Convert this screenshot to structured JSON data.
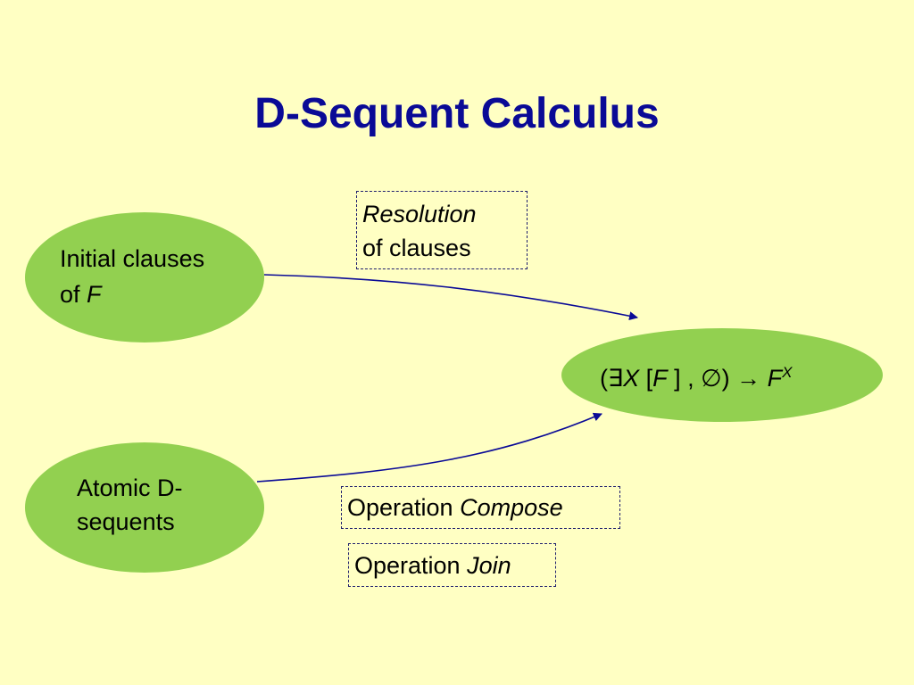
{
  "slide": {
    "title": "D-Sequent Calculus"
  },
  "nodes": {
    "initial_clauses": {
      "line1": "Initial clauses",
      "line2_prefix": "of ",
      "line2_var": "F"
    },
    "atomic_dsequents": {
      "line1": "Atomic D-",
      "line2": "sequents"
    },
    "result": {
      "open": "(",
      "exists": "∃",
      "var_x": "X",
      "bracket_open": " [",
      "var_f": "F",
      "bracket_close": " ] , ",
      "empty_set": "∅",
      "close": ")",
      "arrow": " → ",
      "result_var": "F",
      "result_sup": "X"
    }
  },
  "labels": {
    "resolution": {
      "word": "Resolution",
      "rest": "of clauses"
    },
    "compose": {
      "prefix": "Operation ",
      "name": "Compose"
    },
    "join": {
      "prefix": "Operation ",
      "name": "Join"
    }
  },
  "colors": {
    "background": "#ffffc3",
    "title": "#0a0a96",
    "ellipse_fill": "#92d050",
    "arrow": "#0a0a96"
  }
}
